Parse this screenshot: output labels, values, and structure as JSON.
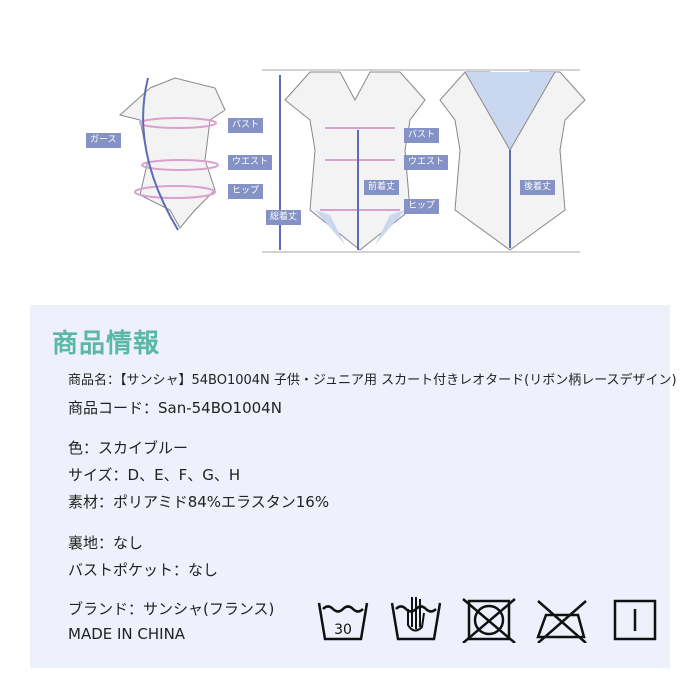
{
  "diagram": {
    "labels": {
      "girth": "ガース",
      "bust": "バスト",
      "waist": "ウエスト",
      "hip": "ヒップ",
      "total_length": "総着丈",
      "front_length": "前着丈",
      "bust2": "バスト",
      "waist2": "ウエスト",
      "hip2": "ヒップ",
      "back_length": "後着丈"
    },
    "label_color": "#8592c6",
    "measure_color": "#d9a0d0"
  },
  "info": {
    "title": "商品情報",
    "product_name": "商品名：【サンシャ】54BO1004N 子供・ジュニア用 スカート付きレオタード(リボン柄レースデザイン)",
    "product_code": "商品コード：San-54BO1004N",
    "color": "色：スカイブルー",
    "sizes": "サイズ：D、E、F、G、H",
    "material": "素材：ポリアミド84%エラスタン16%",
    "lining": "裏地：なし",
    "bust_pocket": "バストポケット：なし",
    "brand": "ブランド：サンシャ(フランス)",
    "origin": "MADE IN CHINA",
    "title_color": "#5cb8a6"
  },
  "care": {
    "wash_temp": "30",
    "icons": [
      "wash-30-icon",
      "hand-wash-icon",
      "no-tumble-dry-icon",
      "no-iron-icon",
      "line-dry-icon"
    ]
  }
}
